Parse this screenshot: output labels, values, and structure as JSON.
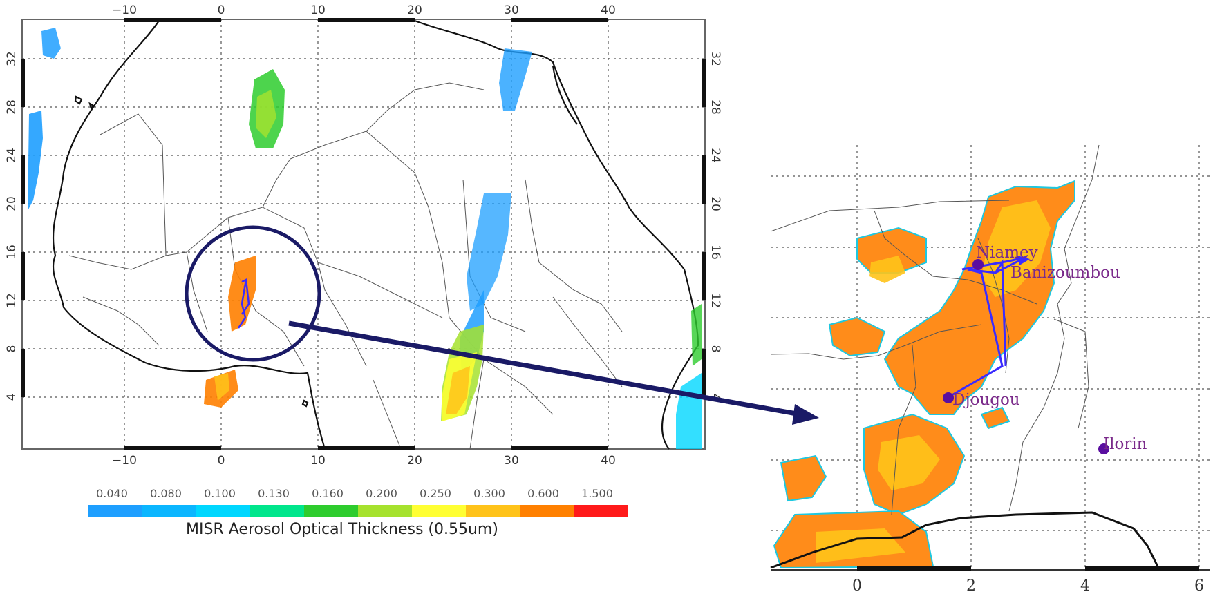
{
  "main_map": {
    "x_ticks_top": [
      "−10",
      "0",
      "10",
      "20",
      "30",
      "40"
    ],
    "x_ticks_bottom": [
      "−10",
      "0",
      "10",
      "20",
      "30",
      "40"
    ],
    "y_ticks": [
      "32",
      "28",
      "24",
      "20",
      "16",
      "12",
      "8",
      "4"
    ],
    "x_tick_values": [
      -10,
      0,
      10,
      20,
      30,
      40
    ],
    "y_tick_values": [
      32,
      28,
      24,
      20,
      16,
      12,
      8,
      4
    ],
    "lon_range": [
      -20,
      50
    ],
    "lat_range": [
      0,
      35
    ]
  },
  "colorbar": {
    "values": [
      "0.040",
      "0.080",
      "0.100",
      "0.130",
      "0.160",
      "0.200",
      "0.250",
      "0.300",
      "0.600",
      "1.500"
    ],
    "colors": [
      "#1e9fff",
      "#0bb6ff",
      "#00d7ff",
      "#00e68c",
      "#2ecc2e",
      "#a6e22e",
      "#ffff33",
      "#ffc31a",
      "#ff8000",
      "#ff1a1a"
    ],
    "title": "MISR Aerosol Optical Thickness (0.55um)"
  },
  "inset_map": {
    "x_ticks": [
      "0",
      "2",
      "4",
      "6"
    ],
    "x_tick_values": [
      0,
      2,
      4,
      6
    ],
    "sites": [
      {
        "name": "Niamey",
        "lon": 2.1,
        "lat": 13.5
      },
      {
        "name": "Banizoumbou",
        "lon": 2.6,
        "lat": 13.5
      },
      {
        "name": "Djougou",
        "lon": 1.6,
        "lat": 9.7
      },
      {
        "name": "Ilorin",
        "lon": 4.3,
        "lat": 8.5
      }
    ]
  },
  "colors": {
    "highlight_circle": "#1a1a66",
    "flight_track": "#3a2bff",
    "site_marker": "#5a0ea0"
  }
}
